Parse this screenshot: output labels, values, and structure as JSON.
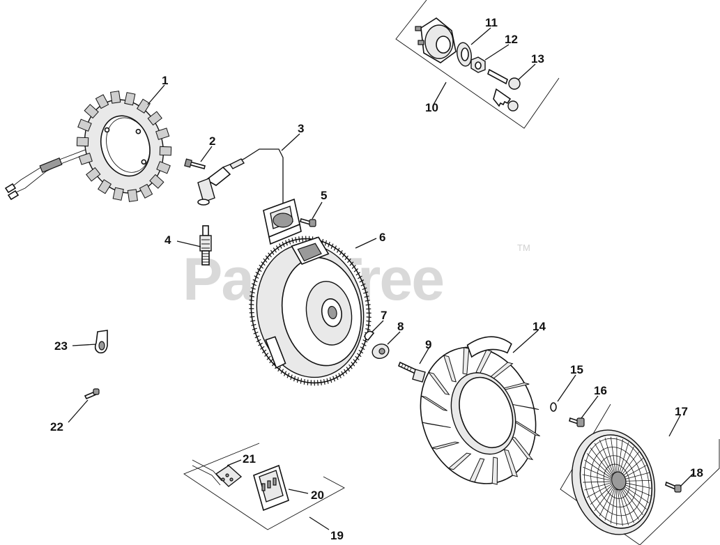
{
  "watermark": {
    "text": "PartsTree",
    "trademark": "TM"
  },
  "callouts": [
    {
      "id": "1",
      "label": "1"
    },
    {
      "id": "2",
      "label": "2"
    },
    {
      "id": "3",
      "label": "3"
    },
    {
      "id": "4",
      "label": "4"
    },
    {
      "id": "5",
      "label": "5"
    },
    {
      "id": "6",
      "label": "6"
    },
    {
      "id": "7",
      "label": "7"
    },
    {
      "id": "8",
      "label": "8"
    },
    {
      "id": "9",
      "label": "9"
    },
    {
      "id": "10",
      "label": "10"
    },
    {
      "id": "11",
      "label": "11"
    },
    {
      "id": "12",
      "label": "12"
    },
    {
      "id": "13",
      "label": "13"
    },
    {
      "id": "14",
      "label": "14"
    },
    {
      "id": "15",
      "label": "15"
    },
    {
      "id": "16",
      "label": "16"
    },
    {
      "id": "17",
      "label": "17"
    },
    {
      "id": "18",
      "label": "18"
    },
    {
      "id": "19",
      "label": "19"
    },
    {
      "id": "20",
      "label": "20"
    },
    {
      "id": "21",
      "label": "21"
    },
    {
      "id": "22",
      "label": "22"
    },
    {
      "id": "23",
      "label": "23"
    }
  ]
}
